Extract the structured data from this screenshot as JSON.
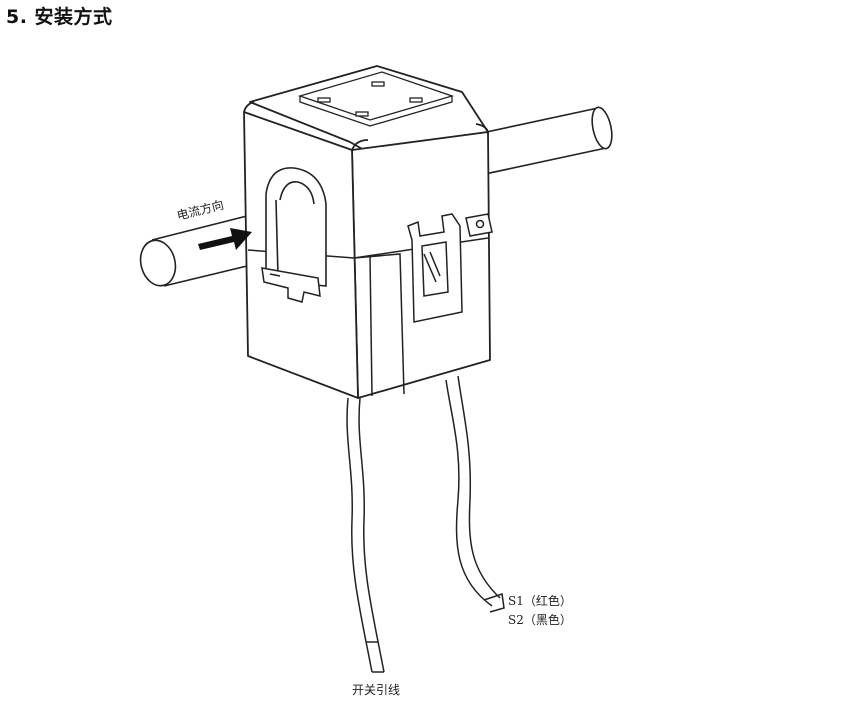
{
  "section": {
    "title": "5. 安装方式"
  },
  "diagram": {
    "current_direction_label": "电流方向",
    "lead_s1_label": "S1（红色）",
    "lead_s2_label": "S2（黑色）",
    "switch_lead_label": "开关引线"
  },
  "colors": {
    "line": "#222222",
    "fill": "#ffffff",
    "arrow": "#111111"
  }
}
